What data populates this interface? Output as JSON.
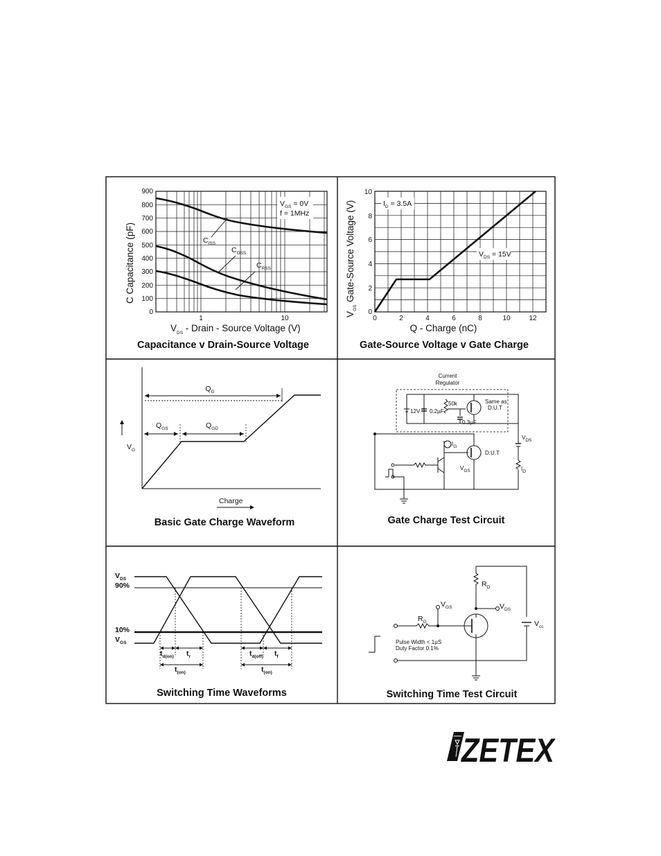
{
  "panels": {
    "capacitance": {
      "caption": "Capacitance v Drain-Source Voltage",
      "ylabel": "C  Capacitance (pF)",
      "xlabel_v": "V",
      "xlabel_sub": "DS",
      "xlabel_rest": " - Drain - Source Voltage (V)",
      "yticks": [
        "900",
        "800",
        "700",
        "600",
        "500",
        "400",
        "300",
        "200",
        "100",
        "0"
      ],
      "xticks": [
        "1",
        "10"
      ],
      "note_vgs": "V",
      "note_vgs_sub": "GS",
      "note_vgs_val": " = 0V",
      "note_f": "f = 1MHz",
      "ciss": "C",
      "ciss_sub": "ISS",
      "coss": "C",
      "coss_sub": "OSS",
      "crss": "C",
      "crss_sub": "RSS"
    },
    "gate_charge": {
      "caption": "Gate-Source Voltage v Gate Charge",
      "ylabel_v": "V",
      "ylabel_sub": "GS",
      "ylabel_rest": "  Gate-Source Voltage (V)",
      "xlabel": "Q - Charge (nC)",
      "yticks": [
        "10",
        "8",
        "6",
        "4",
        "2",
        "0"
      ],
      "xticks": [
        "0",
        "2",
        "4",
        "6",
        "8",
        "10",
        "12"
      ],
      "note_id": "I",
      "note_id_sub": "D",
      "note_id_val": " = 3.5A",
      "note_vds": "V",
      "note_vds_sub": "DS",
      "note_vds_val": " = 15V"
    },
    "basic_waveform": {
      "caption": "Basic Gate Charge Waveform",
      "qg": "Q",
      "qg_sub": "G",
      "qgs": "Q",
      "qgs_sub": "GS",
      "qgd": "Q",
      "qgd_sub": "GD",
      "vg": "V",
      "vg_sub": "G",
      "charge": "Charge"
    },
    "test_circuit": {
      "caption": "Gate Charge Test Circuit",
      "regulator_1": "Current",
      "regulator_2": "Regulator",
      "v12": "12V",
      "c02": "0.2µF",
      "r50k": "50k",
      "c03": "0.3µF",
      "same_as_1": "Same as",
      "same_as_2": "D.U.T",
      "dut": "D.U.T",
      "ig": "I",
      "ig_sub": "G",
      "vgs": "V",
      "vgs_sub": "GS",
      "vds": "V",
      "vds_sub": "DS",
      "id": "I",
      "id_sub": "D"
    },
    "switching_waveforms": {
      "caption": "Switching Time Waveforms",
      "vds": "V",
      "vds_sub": "DS",
      "p90": "90%",
      "p10": "10%",
      "vgs": "V",
      "vgs_sub": "GS",
      "tdon": "t",
      "tdon_sub": "d(on)",
      "tr": "t",
      "tr_sub": "r",
      "ton": "t",
      "ton_sub": "(on)",
      "tdoff": "t",
      "tdoff_sub": "d(off)",
      "tf": "t",
      "tf_sub": "f",
      "toff": "t",
      "toff_sub": "(on)"
    },
    "switching_circuit": {
      "caption": "Switching Time Test Circuit",
      "rd": "R",
      "rd_sub": "D",
      "vgs": "V",
      "vgs_sub": "GS",
      "vds": "V",
      "vds_sub": "DS",
      "rg": "R",
      "rg_sub": "G",
      "vcc": "V",
      "vcc_sub": "cc",
      "pulse_1": "Pulse Width < 1µS",
      "pulse_2": "Duty Factor   0.1%"
    }
  },
  "logo": "ZETEX"
}
